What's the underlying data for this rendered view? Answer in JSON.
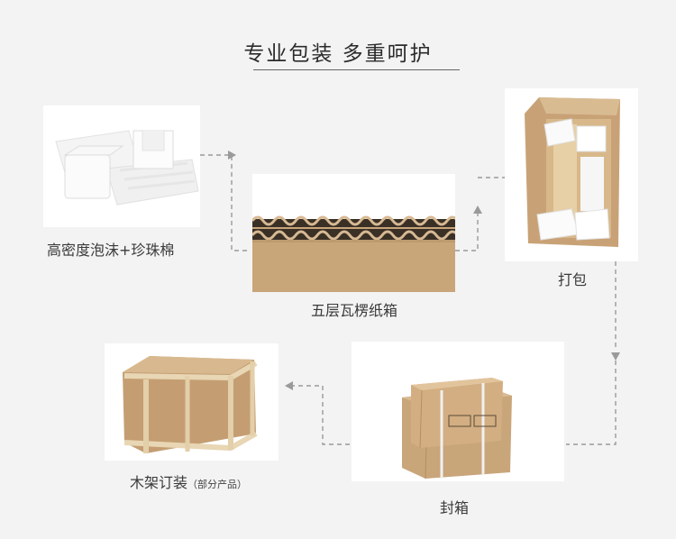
{
  "title": "专业包装  多重呵护",
  "steps": [
    {
      "label": "高密度泡沫+珍珠棉",
      "note": ""
    },
    {
      "label": "五层瓦楞纸箱",
      "note": ""
    },
    {
      "label": "打包",
      "note": ""
    },
    {
      "label": "封箱",
      "note": ""
    },
    {
      "label": "木架订装",
      "note": "（部分产品）"
    }
  ],
  "colors": {
    "background": "#f3f3f3",
    "arrow": "#999999",
    "kraft": "#c9a57a"
  }
}
